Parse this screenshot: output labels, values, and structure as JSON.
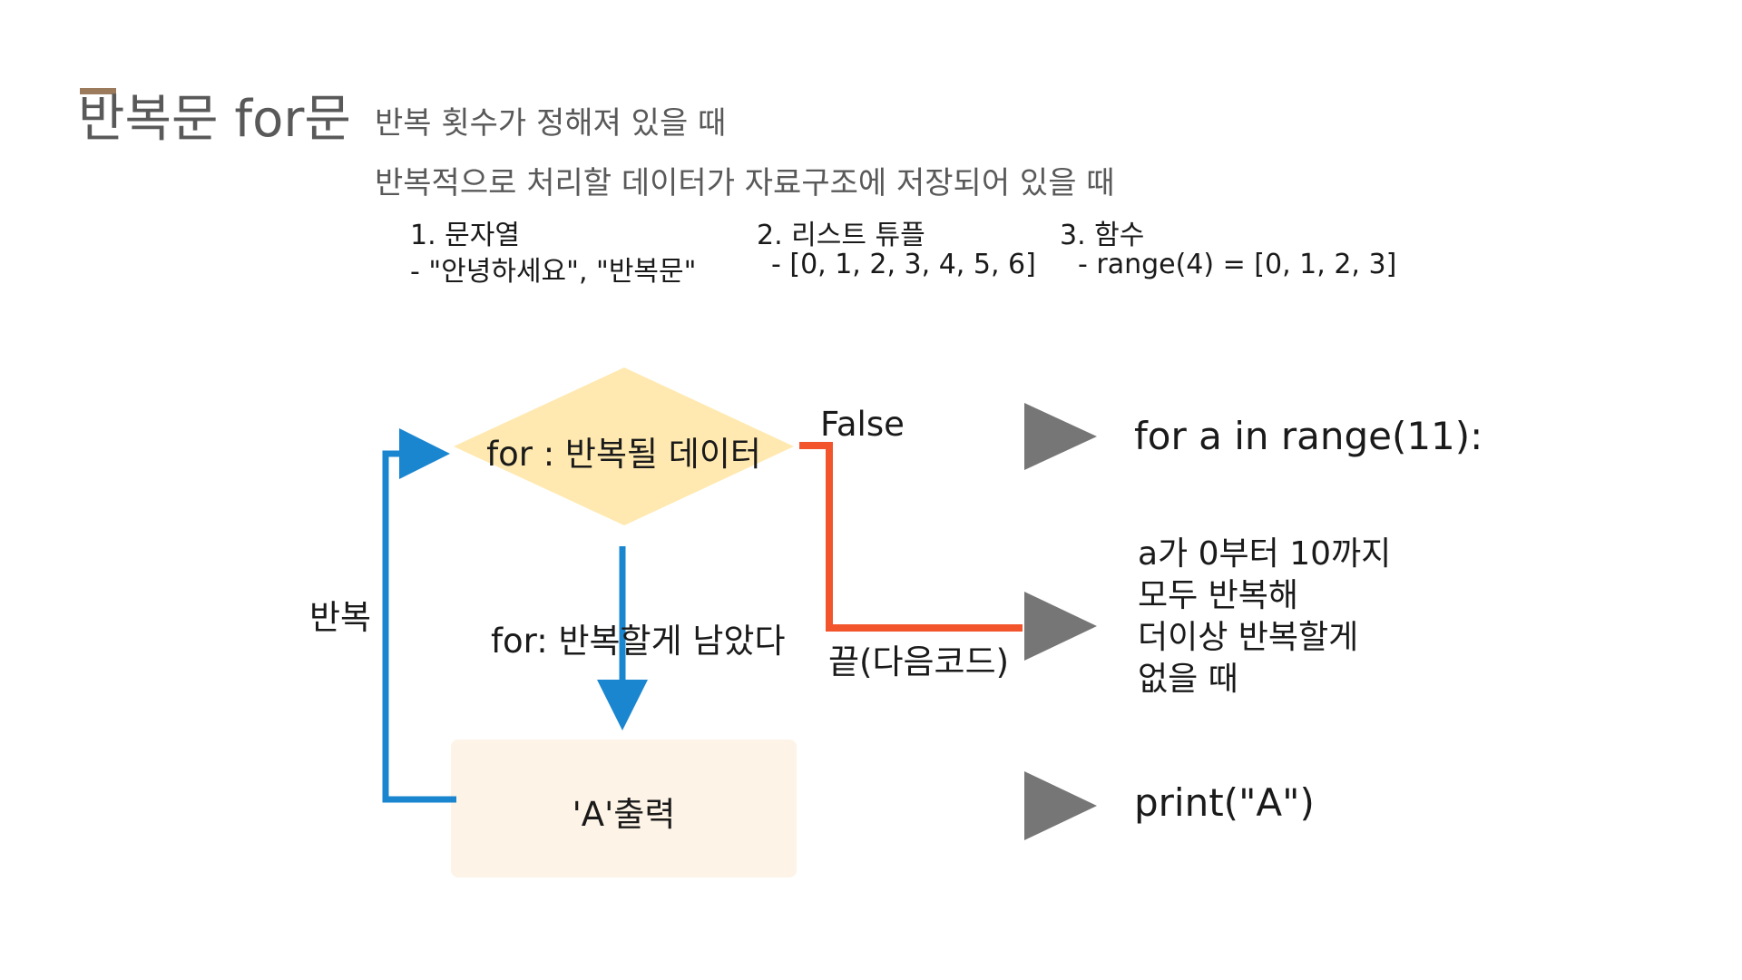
{
  "slide": {
    "title": "반복문 for문",
    "subtitle_1": "반복 횟수가 정해져 있을 때",
    "subtitle_2": "반복적으로 처리할 데이터가 자료구조에 저장되어 있을 때"
  },
  "examples": [
    {
      "heading": "1. 문자열",
      "value": "- \"안녕하세요\", \"반복문\""
    },
    {
      "heading": "2. 리스트 튜플",
      "value": "- [0, 1, 2, 3, 4, 5, 6]"
    },
    {
      "heading": "3. 함수",
      "value": "- range(4) = [0, 1, 2, 3]"
    }
  ],
  "flowchart": {
    "decision_label": "for : 반복될 데이터",
    "process_label": "'A'출력",
    "false_label": "False",
    "true_label": "for: 반복할게 남았다",
    "loop_label": "반복",
    "end_label": "끝(다음코드)"
  },
  "code_panel": {
    "line_for": "for a in range(11):",
    "description_lines": [
      "a가 0부터 10까지",
      "모두 반복해",
      "더이상 반복할게",
      "없을 때"
    ],
    "line_print": "print(\"A\")"
  },
  "colors": {
    "title_accent": "#9b7b5c",
    "decision_fill": "#ffe9b0",
    "process_fill": "#fdf3e6",
    "loop_arrow": "#1a86d0",
    "false_arrow": "#f2552c",
    "pointer_triangle": "#767676"
  },
  "icons": {
    "pointer": "play-triangle-icon"
  }
}
